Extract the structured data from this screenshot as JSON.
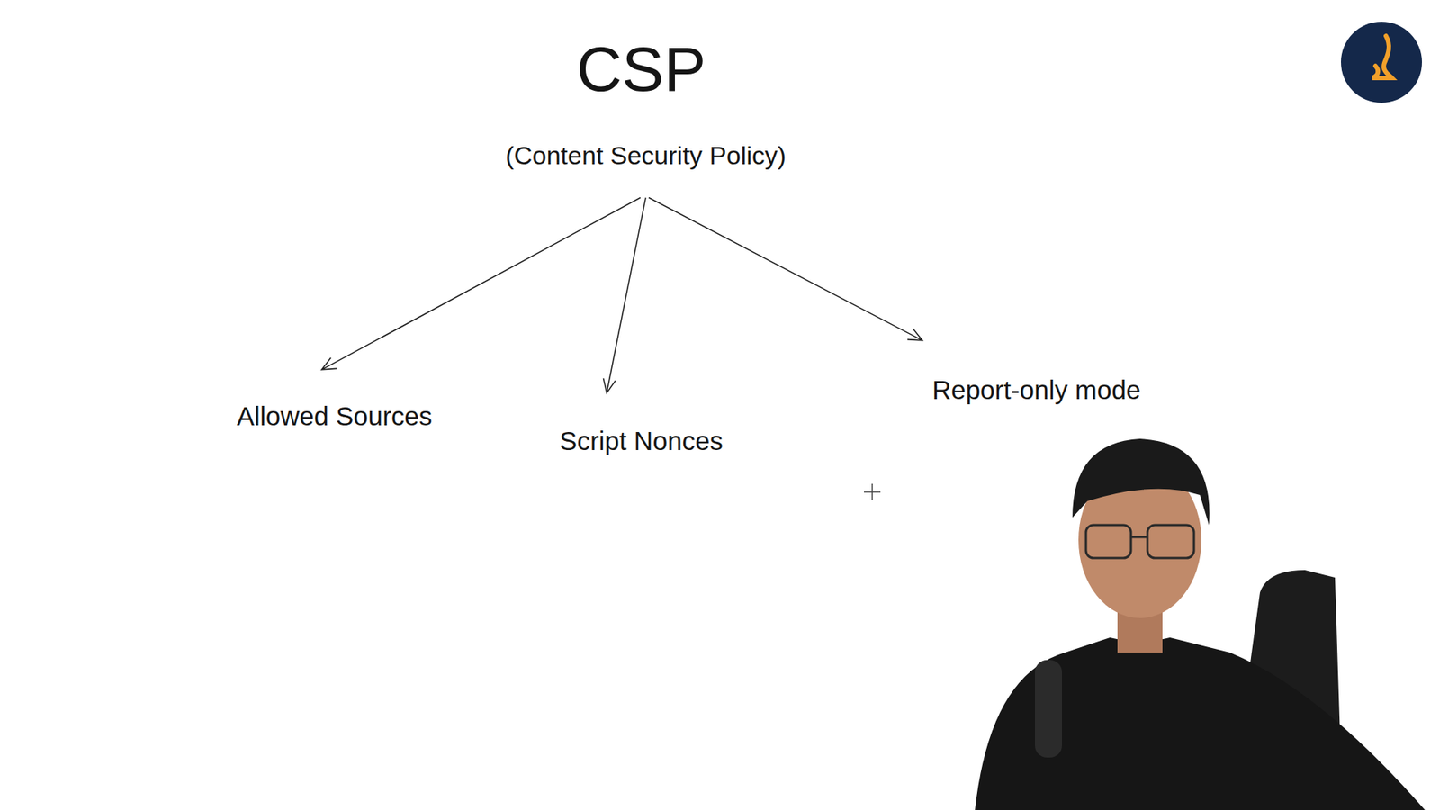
{
  "diagram": {
    "title": "CSP",
    "nodes": [
      {
        "text": [
          "(Content Security Policy)"
        ]
      },
      {
        "text": [
          "Allowed Sources"
        ]
      },
      {
        "text": [
          "Script Nonces"
        ]
      },
      {
        "text": [
          "Report-only mode"
        ]
      }
    ],
    "edges": [
      {
        "from": 0,
        "to": 1,
        "arrow": "to"
      },
      {
        "from": 0,
        "to": 2,
        "arrow": "to"
      },
      {
        "from": 0,
        "to": 3,
        "arrow": "to"
      }
    ]
  }
}
